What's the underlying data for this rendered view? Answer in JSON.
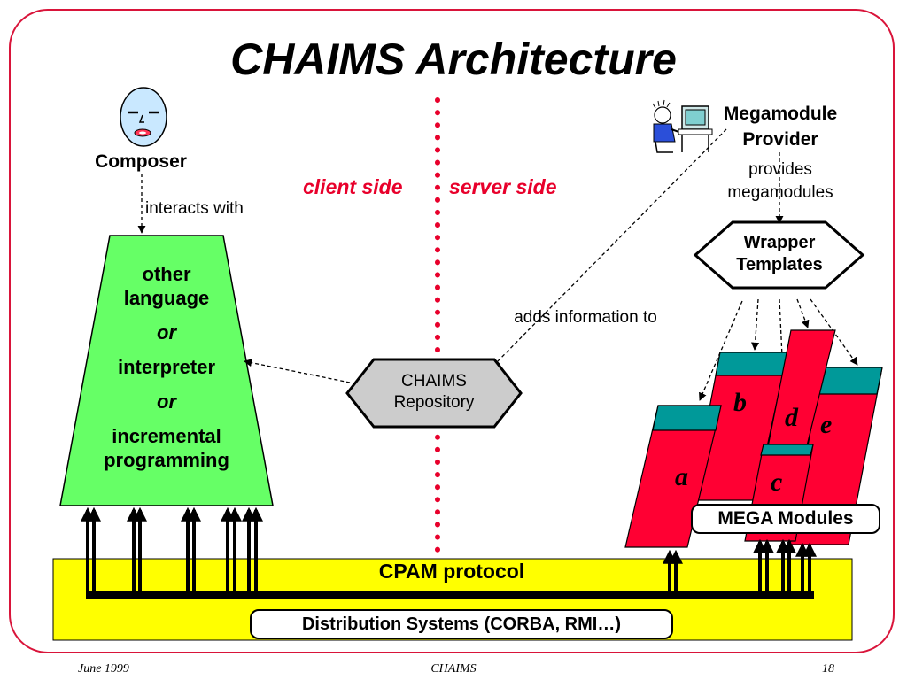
{
  "title": "CHAIMS Architecture",
  "composer": {
    "label": "Composer",
    "edge_label": "interacts with"
  },
  "megamodule_provider": {
    "line1": "Megamodule",
    "line2": "Provider",
    "note_line1": "provides",
    "note_line2": "megamodules"
  },
  "side_labels": {
    "client": "client side",
    "server": "server side"
  },
  "interpreter_block": {
    "line1": "other",
    "line2": "language",
    "or1": "or",
    "line3": "interpreter",
    "or2": "or",
    "line4": "incremental",
    "line5": "programming",
    "fill_color": "#66ff66"
  },
  "repository": {
    "line1": "CHAIMS",
    "line2": "Repository",
    "edge_label": "adds information to",
    "fill_color": "#cccccc"
  },
  "wrapper": {
    "line1": "Wrapper",
    "line2": "Templates"
  },
  "mega_modules": {
    "label": "MEGA Modules",
    "letters": [
      "a",
      "b",
      "c",
      "d",
      "e"
    ],
    "body_color": "#ff0033",
    "top_color": "#009999"
  },
  "cpam": {
    "label": "CPAM protocol",
    "fill_color": "#ffff00"
  },
  "distribution": {
    "label": "Distribution Systems (CORBA, RMI…)"
  },
  "footer": {
    "date": "June 1999",
    "center": "CHAIMS",
    "page": "18"
  }
}
